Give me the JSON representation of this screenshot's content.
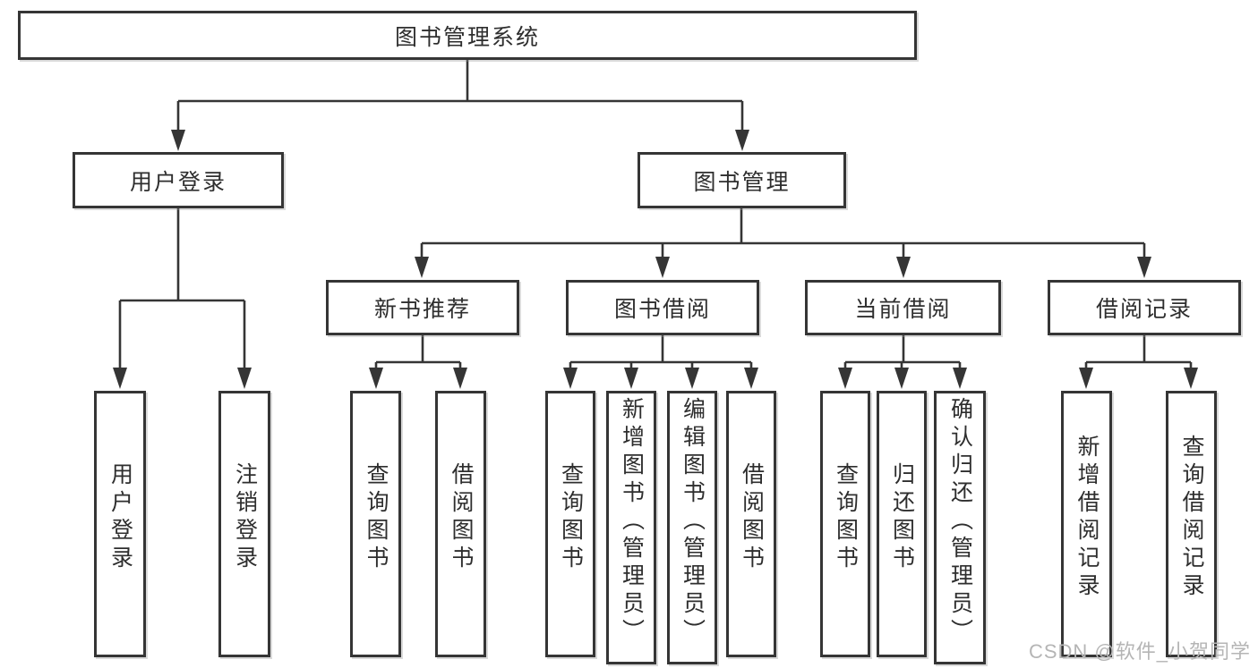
{
  "colors": {
    "line": "#353535",
    "text": "#2e2e2e",
    "watermark": "#b5b5b5",
    "background": "#ffffff"
  },
  "watermark": {
    "text": "CSDN @软件_小贺同学"
  },
  "tree": {
    "root": "图书管理系统",
    "branches": [
      {
        "label": "用户登录",
        "children": [
          {
            "label": "用户登录"
          },
          {
            "label": "注销登录"
          }
        ]
      },
      {
        "label": "图书管理",
        "children": [
          {
            "label": "新书推荐",
            "children": [
              {
                "label": "查询图书"
              },
              {
                "label": "借阅图书"
              }
            ]
          },
          {
            "label": "图书借阅",
            "children": [
              {
                "label": "查询图书"
              },
              {
                "label": "新增图书（管理员）"
              },
              {
                "label": "编辑图书（管理员）"
              },
              {
                "label": "借阅图书"
              }
            ]
          },
          {
            "label": "当前借阅",
            "children": [
              {
                "label": "查询图书"
              },
              {
                "label": "归还图书"
              },
              {
                "label": "确认归还（管理员）"
              }
            ]
          },
          {
            "label": "借阅记录",
            "children": [
              {
                "label": "新增借阅记录"
              },
              {
                "label": "查询借阅记录"
              }
            ]
          }
        ]
      }
    ]
  }
}
